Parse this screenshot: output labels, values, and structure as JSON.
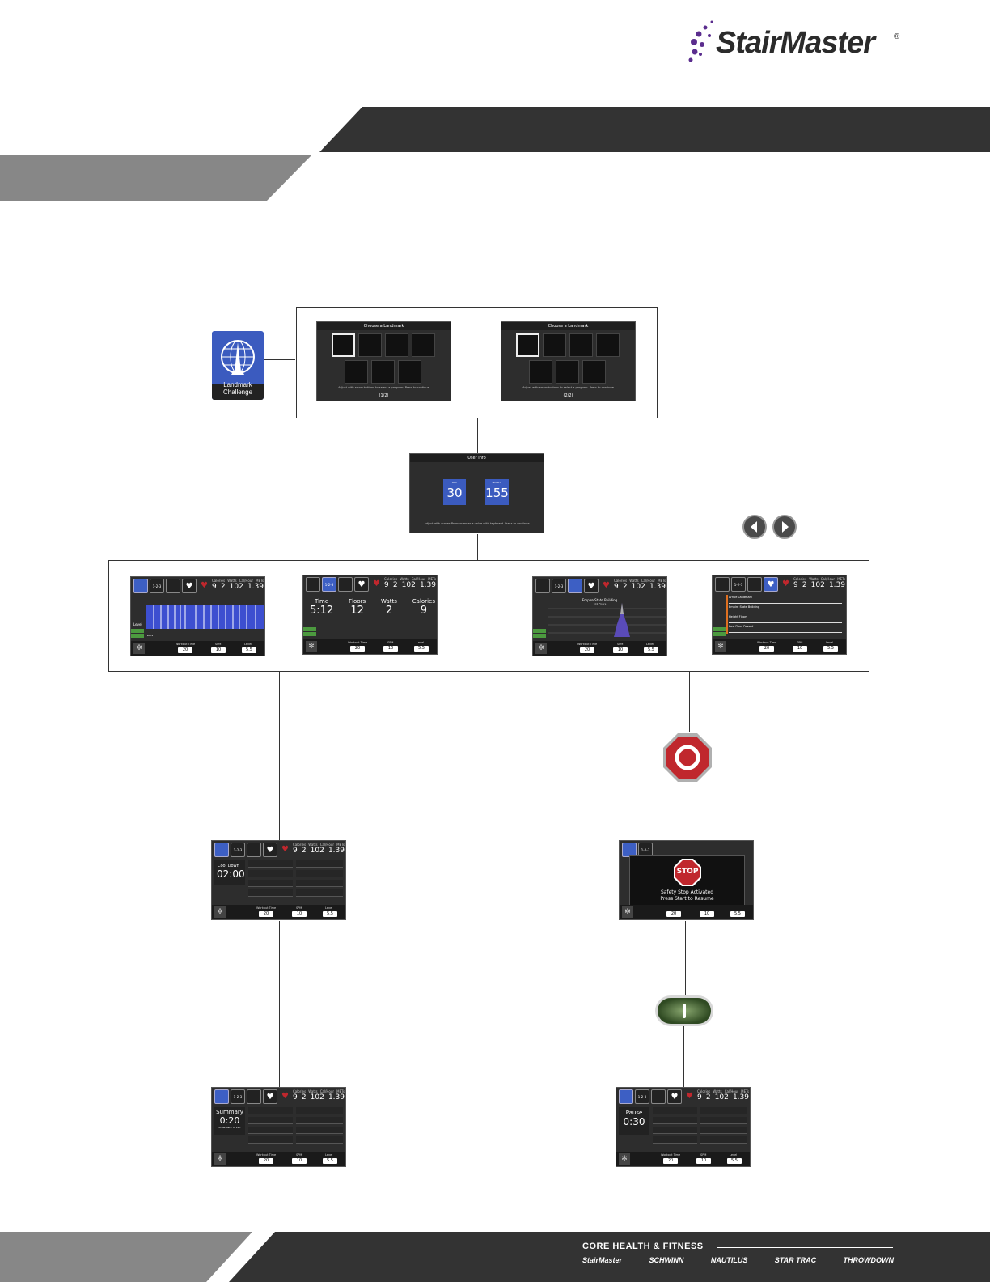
{
  "brand": {
    "name": "StairMaster",
    "reg": "®"
  },
  "footer": {
    "title": "CORE HEALTH & FITNESS",
    "brands": [
      "StairMaster",
      "SCHWINN",
      "NAUTILUS",
      "STAR TRAC",
      "THROWDOWN"
    ]
  },
  "program_tile": {
    "label": "Landmark Challenge",
    "icon": "eiffel-tower-icon"
  },
  "landmark_select": [
    {
      "title": "Choose a Landmark",
      "hint": "Adjust with arrow buttons to select a program. Press to continue",
      "pager": "(1/2)"
    },
    {
      "title": "Choose a Landmark",
      "hint": "Adjust with arrow buttons to select a program. Press to continue",
      "pager": "(2/2)"
    }
  ],
  "user_info": {
    "title": "User Info",
    "age_label": "AGE",
    "age": "30",
    "weight_label": "WEIGHT",
    "weight": "155",
    "hint": "Adjust with arrows Press or enter a value with keyboard. Press to continue"
  },
  "stats": {
    "labels": [
      "Calories",
      "Watts",
      "Cal/Hour",
      "METs"
    ],
    "values": [
      "9",
      "2",
      "102",
      "1.39"
    ]
  },
  "bottom_bar": {
    "labels": [
      "Workout Time",
      "SPM",
      "Level"
    ],
    "values": [
      "20",
      "10",
      "5.5"
    ]
  },
  "workout_screens": [
    {
      "mode": "level-profile",
      "footer_a": "Level",
      "footer_b": "Floors"
    },
    {
      "mode": "numbers",
      "labels": [
        "Time",
        "Floors",
        "Watts",
        "Calories"
      ],
      "values": [
        "5:12",
        "12",
        "2",
        "9"
      ]
    },
    {
      "mode": "landmark",
      "caption": "Empire State Building",
      "sub": "102 Floors"
    },
    {
      "mode": "leaderboard",
      "rows": [
        "Arrive Landmark",
        "Empire State Building",
        "Height Floors",
        "Last Floor Passed"
      ]
    }
  ],
  "end_screens": {
    "cooldown": {
      "label": "Cool Down",
      "time": "02:00"
    },
    "summary": {
      "label": "Summary",
      "time": "0:20",
      "sub": "Press Back To Exit"
    },
    "pause": {
      "label": "Pause",
      "time": "0:30"
    },
    "safety": {
      "sign": "STOP",
      "line1": "Safety Stop Activated",
      "line2": "Press Start to Resume"
    }
  },
  "colors": {
    "dark": "#333333",
    "gray": "#878787",
    "accent": "#3b5bbf",
    "stop": "#c0272d",
    "start": "#4f6a3a"
  }
}
